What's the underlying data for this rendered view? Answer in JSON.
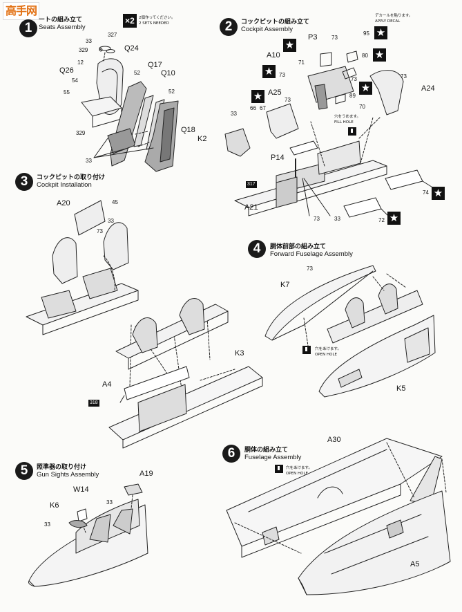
{
  "watermark": {
    "text": "高手网"
  },
  "steps": [
    {
      "num": "1",
      "jp": "ートの組み立て",
      "en": "Seats Assembly"
    },
    {
      "num": "2",
      "jp": "コックピットの組み立て",
      "en": "Cockpit Assembly"
    },
    {
      "num": "3",
      "jp": "コックピットの取り付け",
      "en": "Cockpit Installation"
    },
    {
      "num": "4",
      "jp": "胴体前部の組み立て",
      "en": "Forward Fuselage Assembly"
    },
    {
      "num": "5",
      "jp": "照準器の取り付け",
      "en": "Gun Sights Assembly"
    },
    {
      "num": "6",
      "jp": "胴体の組み立て",
      "en": "Fuselage Assembly"
    }
  ],
  "notes": {
    "x2": "×2",
    "x2_jp": "2個作ってください。",
    "x2_en": "2 SETS NEEDED",
    "decal_jp": "デカールを貼ります。",
    "decal_en": "APPLY DECAL",
    "fill_jp": "穴をうめます。",
    "fill_en": "FILL HOLE",
    "open_jp": "穴をあけます。",
    "open_en": "OPEN HOLE"
  },
  "labels": {
    "s1": {
      "q24": "Q24",
      "q26": "Q26",
      "q17": "Q17",
      "q10": "Q10",
      "q18": "Q18",
      "n33a": "33",
      "n327": "327",
      "n329a": "329",
      "n12": "12",
      "n54": "54",
      "n55": "55",
      "n52a": "52",
      "n52b": "52",
      "n329b": "329",
      "n33b": "33"
    },
    "s2": {
      "p3": "P3",
      "a10": "A10",
      "a25": "A25",
      "a24": "A24",
      "k2": "K2",
      "p14": "P14",
      "a21": "A21",
      "d73a": "73",
      "d95": "95",
      "d80": "80",
      "d73b": "73",
      "d71": "71",
      "d73c": "73",
      "d73d": "73",
      "d89": "89",
      "d70": "70",
      "d66": "66",
      "d67": "67",
      "d73e": "73",
      "d33a": "33",
      "d317": "317",
      "d73f": "73",
      "d33b": "33",
      "d74": "74",
      "d72": "72"
    },
    "s3": {
      "a20": "A20",
      "n45": "45",
      "n33": "33",
      "n73": "73",
      "k3": "K3",
      "a4": "A4",
      "n318": "318"
    },
    "s4": {
      "k7": "K7",
      "n73": "73",
      "k5": "K5"
    },
    "s5": {
      "a19": "A19",
      "w14": "W14",
      "k6": "K6",
      "n33a": "33",
      "n33b": "33"
    },
    "s6": {
      "a30": "A30",
      "a5": "A5"
    }
  }
}
